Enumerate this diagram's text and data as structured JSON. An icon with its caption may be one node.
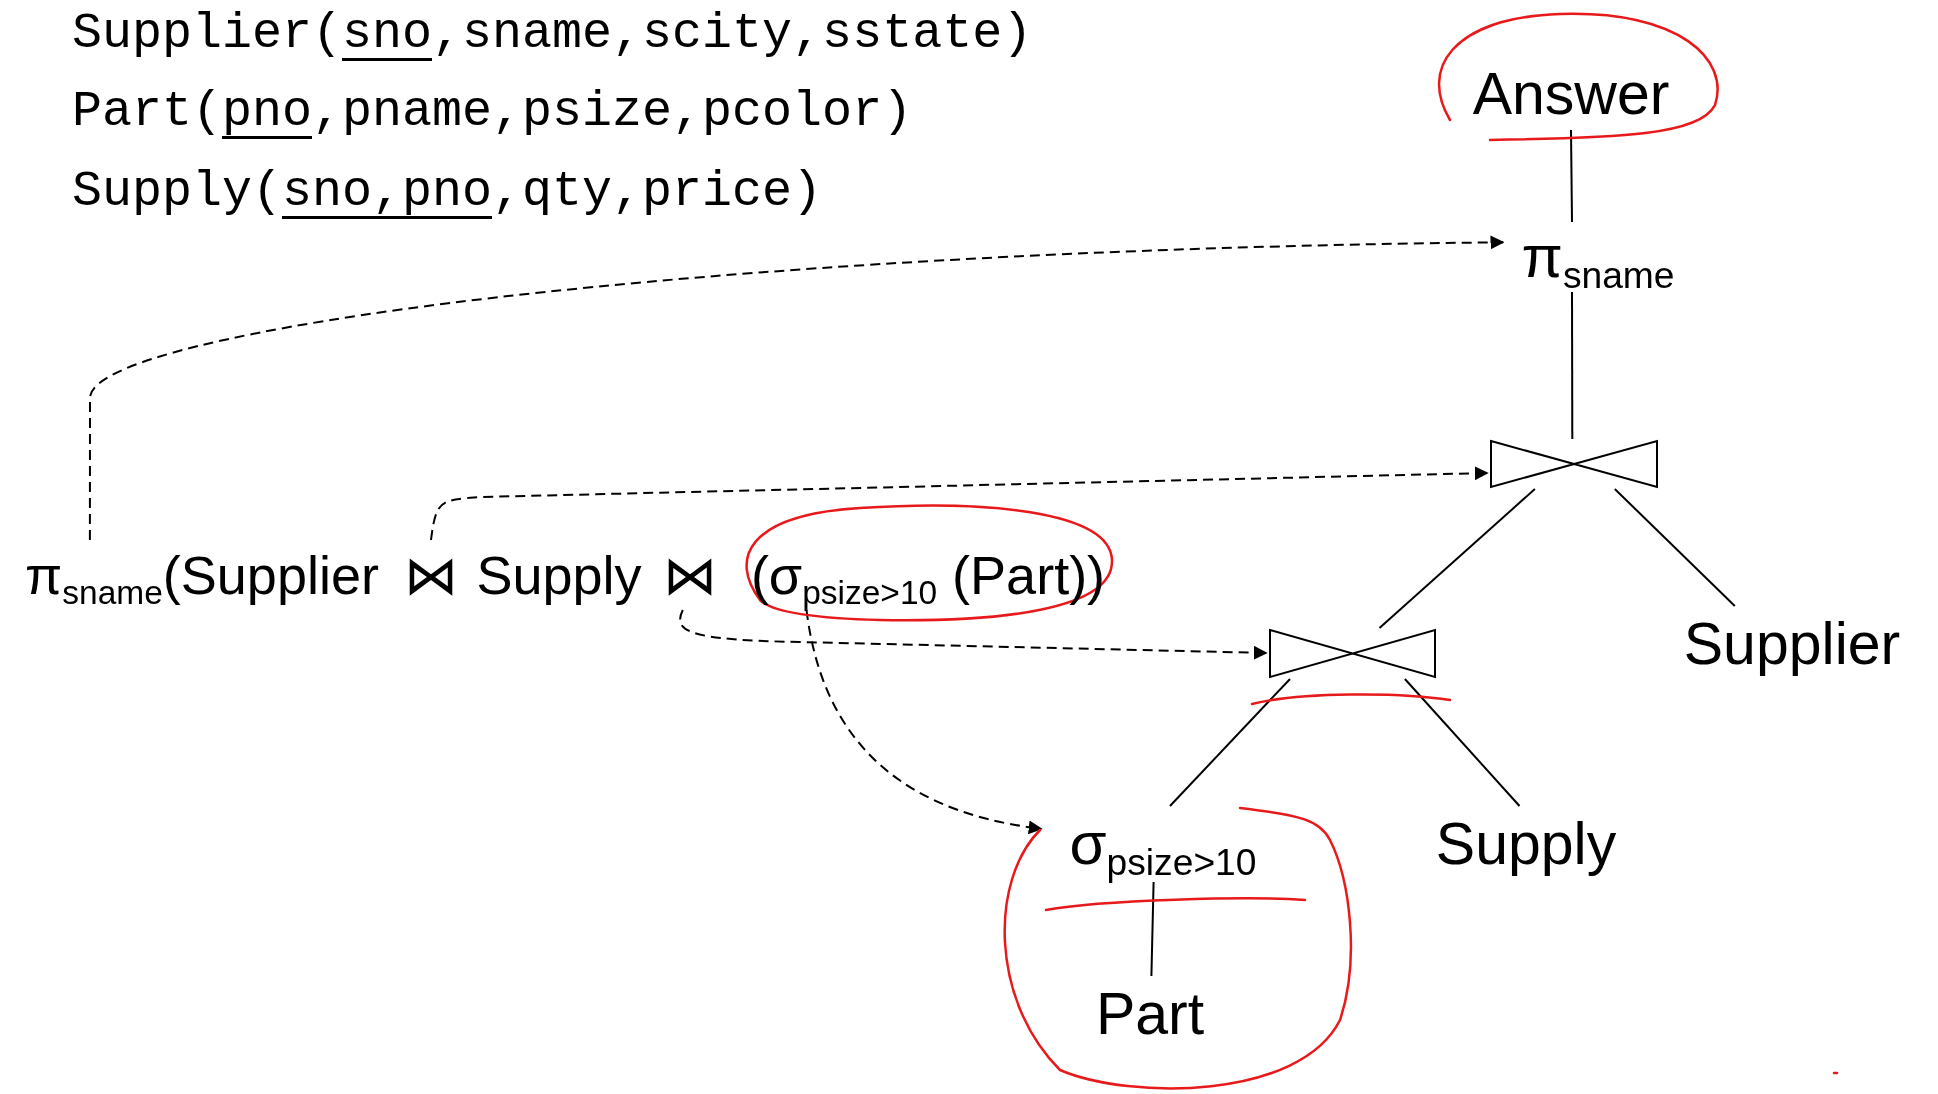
{
  "diagram": {
    "nodes": [
      {
        "text": [
          "Answer"
        ]
      },
      {
        "text": [
          "π$_{sname}$"
        ]
      },
      {
        "text": [],
        "shape": "bowtie"
      },
      {
        "text": [
          "Supplier"
        ]
      },
      {
        "text": [],
        "shape": "bowtie"
      },
      {
        "text": [
          "Supply"
        ]
      },
      {
        "text": [
          "σ$_{psize>10}$"
        ]
      },
      {
        "text": [
          "Part"
        ]
      },
      {
        "text": [
          "π$_{sname}$(Supplier"
        ]
      },
      {
        "text": [
          "⋈"
        ]
      },
      {
        "text": [
          "Supply"
        ]
      },
      {
        "text": [
          "⋈"
        ]
      },
      {
        "text": [
          "(σ$_{psize>10}$ (Part))"
        ]
      }
    ],
    "edges": [
      {
        "from": 0,
        "to": 1,
        "arrow": "none"
      },
      {
        "from": 1,
        "to": 2,
        "arrow": "none"
      },
      {
        "from": 2,
        "to": 4,
        "arrow": "none"
      },
      {
        "from": 2,
        "to": 3,
        "arrow": "none"
      },
      {
        "from": 4,
        "to": 6,
        "arrow": "none"
      },
      {
        "from": 4,
        "to": 5,
        "arrow": "none"
      },
      {
        "from": 6,
        "to": 7,
        "arrow": "none"
      },
      {
        "from": 8,
        "to": 1,
        "arrow": "to",
        "style": "dashed"
      },
      {
        "from": 9,
        "to": 2,
        "arrow": "to",
        "style": "dashed"
      },
      {
        "from": 11,
        "to": 4,
        "arrow": "to",
        "style": "dashed"
      },
      {
        "from": 12,
        "to": 6,
        "arrow": "to",
        "style": "dashed"
      }
    ],
    "labels": [
      "Supplier(sno,sname,scity,sstate)",
      "Part(pno,pname,psize,pcolor)",
      "Supply(sno,pno,qty,price)"
    ]
  }
}
